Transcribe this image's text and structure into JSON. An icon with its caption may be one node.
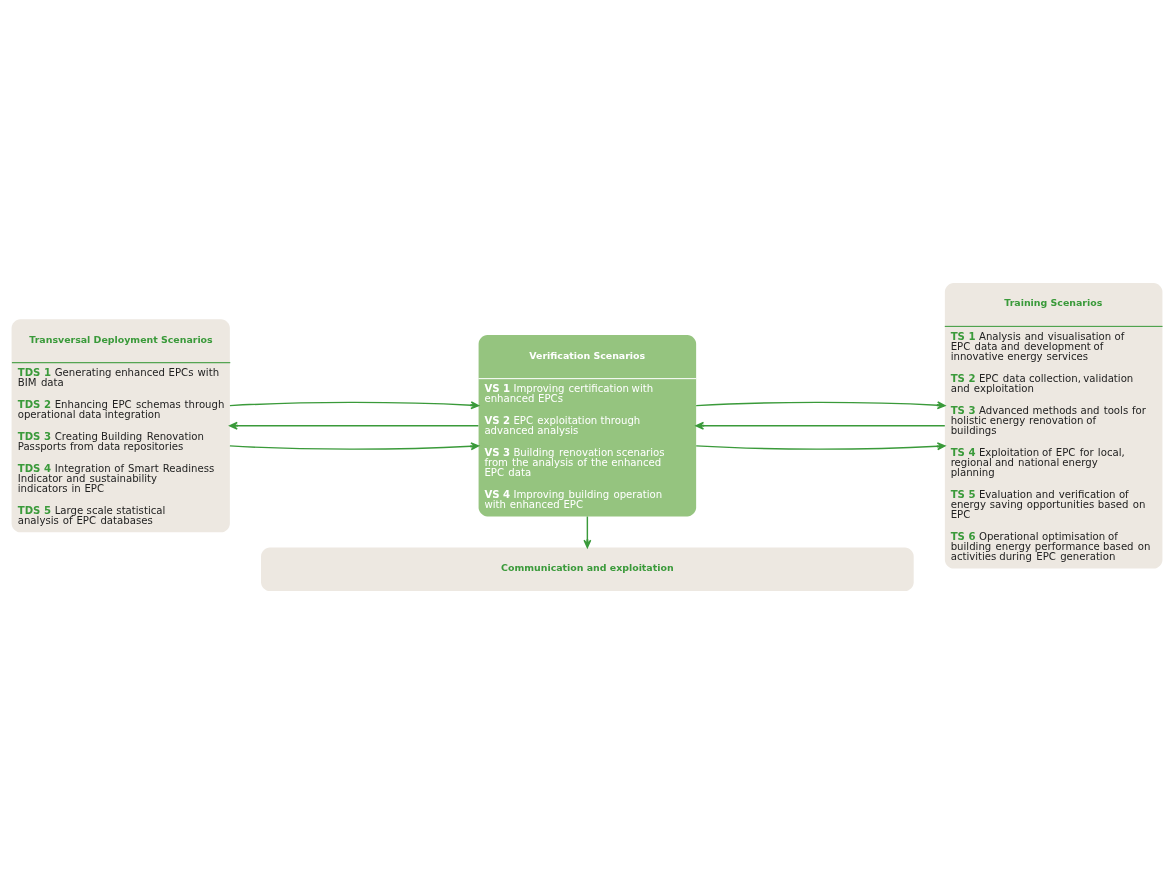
{
  "diagram": {
    "nodes": [
      {
        "text": [
          "Transversal Deployment Scenarios",
          "**TDS 1** Generating enhanced EPCs with BIM data",
          "**TDS 2** Enhancing EPC schemas through operational data integration",
          "**TDS 3** Creating Building Renovation Passports from data repositories",
          "**TDS 4** Integration of Smart Readiness Indicator and sustainability indicators in EPC",
          "**TDS 5** Large scale statistical analysis of EPC databases"
        ]
      },
      {
        "text": [
          "Verification Scenarios",
          "**VS 1** Improving certification with enhanced EPCs",
          "**VS 2** EPC exploitation through advanced analysis",
          "**VS 3** Building renovation scenarios from the analysis of the enhanced EPC data",
          "**VS 4** Improving building operation with enhanced EPC"
        ]
      },
      {
        "text": [
          "Training Scenarios",
          "**TS 1** Analysis and visualisation of EPC data and development of innovative energy services",
          "**TS 2** EPC data collection, validation and exploitation",
          "**TS 3** Advanced methods and tools for holistic energy renovation of buildings",
          "**TS 4** Exploitation of EPC for local, regional and national energy planning",
          "**TS 5** Evaluation and verification of energy saving opportunities based on EPC",
          "**TS 6** Operational optimisation of building energy performance based on activities during EPC generation"
        ]
      },
      {
        "text": [
          "Communication and exploitation"
        ]
      }
    ],
    "edges": [
      {
        "from": 1,
        "to": 0,
        "arrow": "to"
      },
      {
        "from": 2,
        "to": 1,
        "arrow": "to"
      },
      {
        "from": 0,
        "to": 1,
        "arrow": "to"
      },
      {
        "from": 1,
        "to": 2,
        "arrow": "to"
      },
      {
        "from": 0,
        "to": 1,
        "arrow": "to"
      },
      {
        "from": 1,
        "to": 2,
        "arrow": "to"
      },
      {
        "from": 1,
        "to": 3,
        "arrow": "to"
      }
    ]
  }
}
